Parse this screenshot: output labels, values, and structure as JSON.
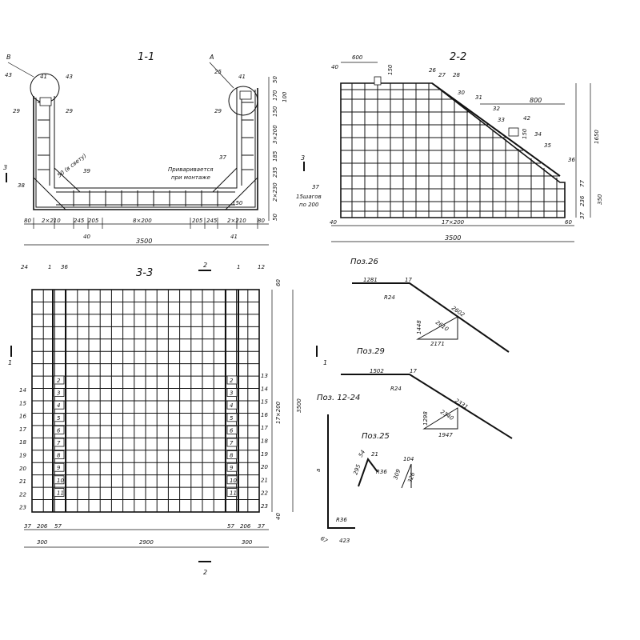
{
  "section_1_1": {
    "title": "1-1",
    "callout_left": "В",
    "callout_right": "A",
    "pos_labels": [
      "43",
      "41",
      "43",
      "29",
      "29",
      "25",
      "41",
      "29",
      "37",
      "38",
      "39",
      "41",
      "40"
    ],
    "bottom_dims": [
      "80",
      "2×210",
      "245",
      "205",
      "8×200",
      "205",
      "245",
      "2×210",
      "80"
    ],
    "total_width": "3500",
    "right_dims": [
      "50",
      "170",
      "100",
      "150",
      "3×200",
      "185",
      "235",
      "2×230",
      "50"
    ],
    "diag_label": "50 (в свету)",
    "note_line1": "Приваривается",
    "note_line2": "при монтаже",
    "cut_3": "3",
    "small_label": "150"
  },
  "section_2_2": {
    "title": "2-2",
    "top_dims": [
      "600",
      "150",
      "40"
    ],
    "dim_800": "800",
    "pos_labels": [
      "26",
      "27",
      "28",
      "30",
      "31",
      "32",
      "33",
      "42",
      "34",
      "35",
      "36",
      "37"
    ],
    "dim_150": "150",
    "height_total": "1650",
    "right_dims": [
      "77",
      "236",
      "37",
      "350"
    ],
    "steps_line1": "15шагов",
    "steps_line2": "по 200",
    "bottom_dims": [
      "40",
      "17×200",
      "60"
    ],
    "total_width": "3500",
    "cut_3": "3"
  },
  "section_3_3": {
    "title": "3-3",
    "top_labels": [
      "24",
      "1",
      "36",
      "1",
      "12"
    ],
    "cut_2": "2",
    "dim_60": "60",
    "rows_left": [
      "14",
      "15",
      "16",
      "17",
      "18",
      "19",
      "20",
      "21",
      "22",
      "23"
    ],
    "rows_right": [
      "13",
      "14",
      "15",
      "16",
      "17",
      "18",
      "19",
      "20",
      "21",
      "22",
      "23"
    ],
    "boxes": [
      "2",
      "3",
      "4",
      "5",
      "6",
      "7",
      "8",
      "9",
      "10",
      "11"
    ],
    "height_steps": "17×200",
    "height_total": "3500",
    "dim_40": "40",
    "bottom_dims_small": [
      "37",
      "206",
      "57",
      "57",
      "206",
      "37"
    ],
    "bottom_dims": [
      "300",
      "2900",
      "300"
    ],
    "cut_1": "1"
  },
  "bending": {
    "poz26": {
      "title": "Поз.26",
      "d1": "1281",
      "d2": "17",
      "r": "R24",
      "d3": "2602",
      "d4": "2610",
      "d5": "1448",
      "d6": "2171"
    },
    "poz29": {
      "title": "Поз.29",
      "d1": "1502",
      "d2": "17",
      "r": "R24",
      "d3": "2331",
      "d4": "2340",
      "d5": "1298",
      "d6": "1947"
    },
    "poz12_24": {
      "title": "Поз. 12-24",
      "a": "a",
      "r": "R36",
      "d1": "67",
      "d2": "423"
    },
    "poz25": {
      "title": "Поз.25",
      "d1": "54",
      "d2": "21",
      "d3": "295",
      "r": "R36",
      "d4": "104",
      "d5": "309",
      "d6": "326"
    }
  }
}
